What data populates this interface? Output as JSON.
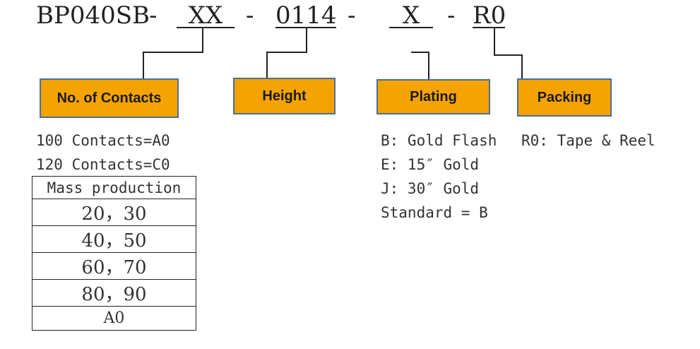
{
  "part_number": {
    "prefix": "BP040SB",
    "dash": "-",
    "contacts_code": "XX",
    "height_code": "0114",
    "plating_code": "X",
    "packing_code": "R0"
  },
  "labels": {
    "contacts": "No. of Contacts",
    "height": "Height",
    "plating": "Plating",
    "packing": "Packing"
  },
  "contacts_options": [
    "100 Contacts=A0",
    "120 Contacts=C0"
  ],
  "mass_production": {
    "header": "Mass production",
    "rows": [
      "20，30",
      "40，50",
      "60，70",
      "80，90"
    ],
    "footer": "A0"
  },
  "plating_options": [
    "B: Gold Flash",
    "E: 15″ Gold",
    "J: 30″ Gold",
    "Standard = B"
  ],
  "packing_options": [
    "R0: Tape & Reel"
  ],
  "colors": {
    "box_fill": "#f5a300",
    "box_border": "#4a6f9a"
  }
}
